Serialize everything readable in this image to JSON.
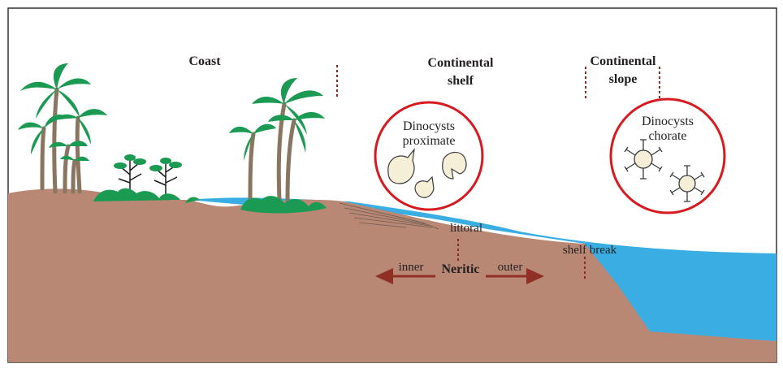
{
  "labels": {
    "coast": "Coast",
    "shelf_line1": "Continental",
    "shelf_line2": "shelf",
    "slope_line1": "Continental",
    "slope_line2": "slope",
    "littoral": "littoral",
    "shelf_break": "shelf break",
    "inner": "inner",
    "neritic": "Neritic",
    "outer": "outer"
  },
  "circles": {
    "proximate_line1": "Dinocysts",
    "proximate_line2": "proximate",
    "chorate_line1": "Dinocysts",
    "chorate_line2": "chorate"
  },
  "colors": {
    "land": "#b98875",
    "sea": "#3aaee3",
    "circle_ring": "#d71920",
    "dashed_marker": "#8b2a1f",
    "arrow": "#8f2f25",
    "palm_leaf": "#1a9a52",
    "trunk": "#8a7560",
    "cyst_fill": "#f6efd8"
  }
}
